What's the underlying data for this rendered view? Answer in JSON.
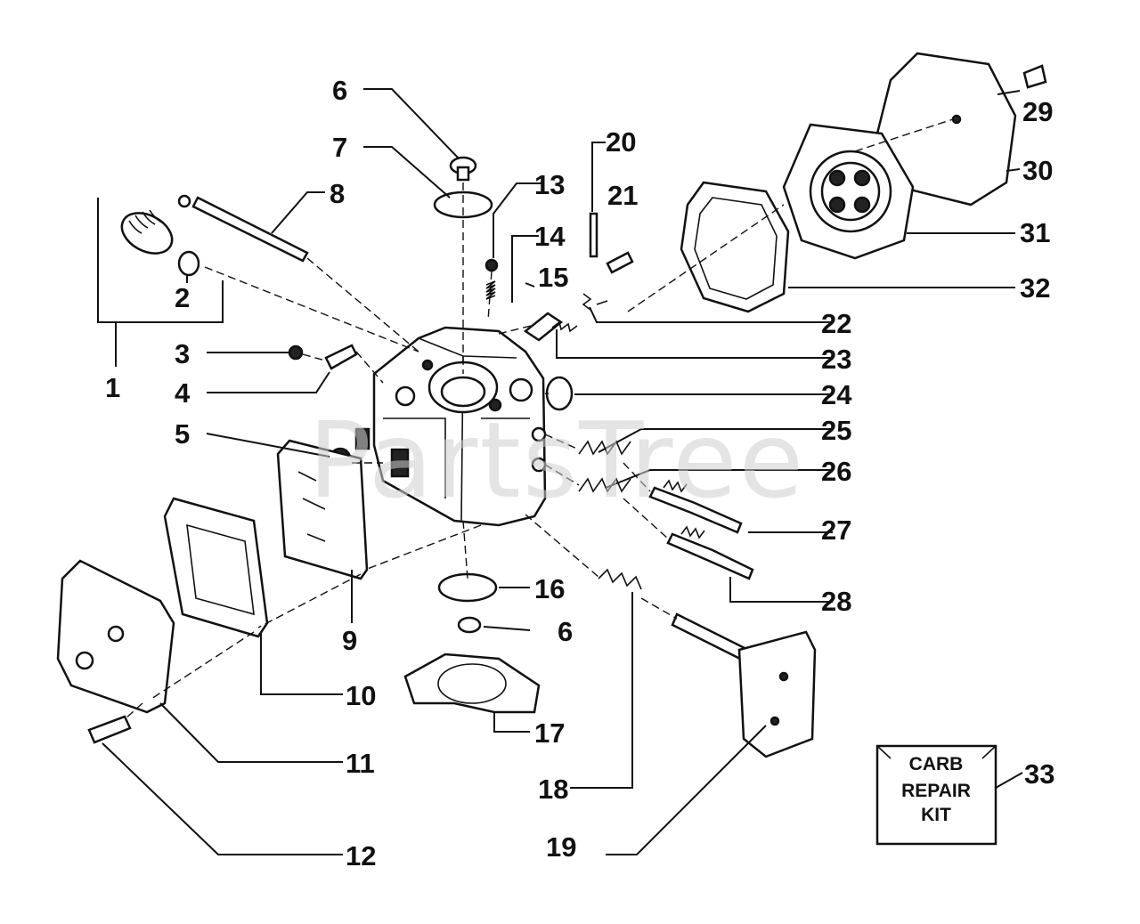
{
  "diagram": {
    "watermark": "PartsTree",
    "kit_text": [
      "CARB",
      "REPAIR",
      "KIT"
    ],
    "labels": {
      "n1": "1",
      "n2": "2",
      "n3": "3",
      "n4": "4",
      "n5": "5",
      "n6a": "6",
      "n6b": "6",
      "n7": "7",
      "n8": "8",
      "n9": "9",
      "n10": "10",
      "n11": "11",
      "n12": "12",
      "n13": "13",
      "n14": "14",
      "n15": "15",
      "n16": "16",
      "n17": "17",
      "n18": "18",
      "n19": "19",
      "n20": "20",
      "n21": "21",
      "n22": "22",
      "n23": "23",
      "n24": "24",
      "n25": "25",
      "n26": "26",
      "n27": "27",
      "n28": "28",
      "n29": "29",
      "n30": "30",
      "n31": "31",
      "n32": "32",
      "n33": "33"
    }
  }
}
